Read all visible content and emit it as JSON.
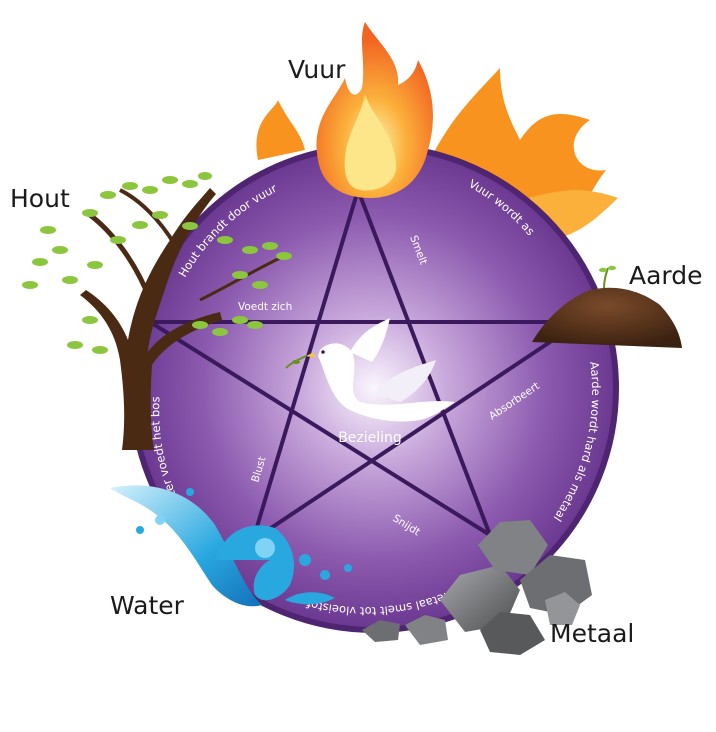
{
  "elements": {
    "fire": "Vuur",
    "wood": "Hout",
    "earth": "Aarde",
    "water": "Water",
    "metal": "Metaal"
  },
  "cycle_labels": {
    "wood_fire": "Hout brandt door vuur",
    "fire_earth": "Vuur wordt as",
    "earth_metal": "Aarde wordt hard als metaal",
    "metal_water": "Metaal smelt tot vloeistof",
    "water_wood": "Water voedt het bos"
  },
  "star_labels": {
    "fire_metal": "Smelt",
    "wood_earth": "Voedt zich",
    "earth_water": "Absorbeert",
    "metal_wood": "Snijdt",
    "water_fire": "Blust"
  },
  "center": {
    "label": "Bezieling",
    "icon": "dove-icon"
  },
  "colors": {
    "circle_outer": "#5b2d7a",
    "circle_inner": "#f5eef9",
    "star_line": "#3a1a5c",
    "fire": "#f7931e",
    "earth": "#4a2c17",
    "wood": "#6b4226",
    "leaf": "#8cc63f",
    "water": "#29a8e0",
    "metal": "#6d6e71"
  }
}
